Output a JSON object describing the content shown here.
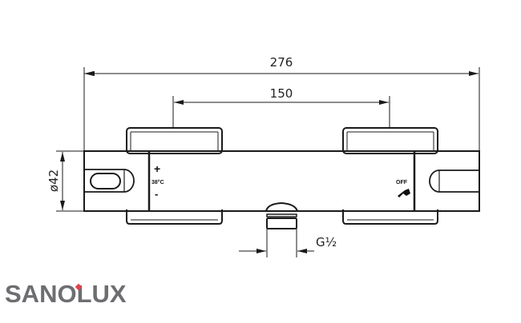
{
  "dimensions": {
    "overall_width": "276",
    "bracket_spacing": "150",
    "body_diameter": "ø42",
    "outlet_thread": "G½"
  },
  "controls": {
    "left_plus": "+",
    "left_temp": "38°C",
    "left_minus": "-",
    "right_off": "OFF"
  },
  "logo": {
    "text": "SANOLUX",
    "accent_color": "#e0404a"
  },
  "colors": {
    "line": "#1a1a1a",
    "logo": "#6d6e71"
  }
}
